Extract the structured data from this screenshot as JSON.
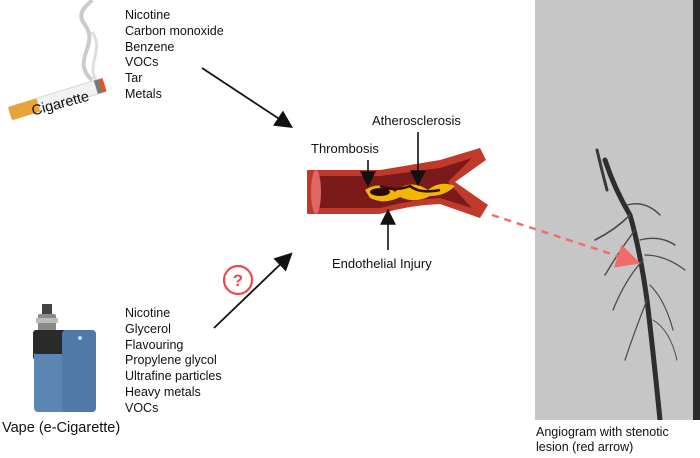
{
  "cigarette": {
    "label": "Cigarette",
    "components": [
      "Nicotine",
      "Carbon monoxide",
      "Benzene",
      "VOCs",
      "Tar",
      "Metals"
    ]
  },
  "vape": {
    "label": "Vape (e-Cigarette)",
    "components": [
      "Nicotine",
      "Glycerol",
      "Flavouring",
      "Propylene glycol",
      "Ultrafine particles",
      "Heavy metals",
      "VOCs"
    ]
  },
  "vessel": {
    "thrombosis": "Thrombosis",
    "atherosclerosis": "Atherosclerosis",
    "endothelial_injury": "Endothelial Injury"
  },
  "question_mark": "?",
  "angiogram": {
    "caption_line1": "Angiogram with stenotic",
    "caption_line2": "lesion (red arrow)"
  },
  "colors": {
    "vessel_wall": "#c0392b",
    "vessel_lumen": "#7a1a1a",
    "plaque": "#f2b705",
    "dashed_arrow": "#f26b6b",
    "question_ring": "#e84c4c",
    "vape_body": "#5b86b3"
  }
}
